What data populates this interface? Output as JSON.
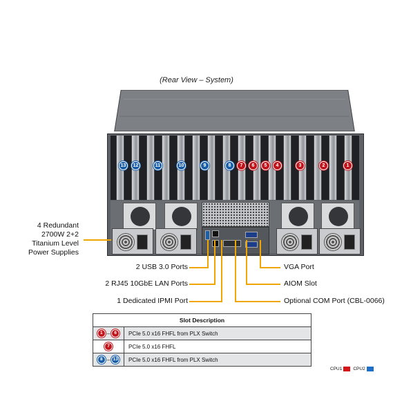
{
  "view_title": "(Rear View – System)",
  "psu_label": "4 Redundant\n2700W 2+2\nTitanium Level\nPower Supplies",
  "callouts": {
    "usb": "2 USB 3.0 Ports",
    "lan": "2 RJ45 10GbE LAN Ports",
    "ipmi": "1 Dedicated IPMI Port",
    "vga": "VGA Port",
    "aiom": "AIOM Slot",
    "com": "Optional COM Port (CBL-0066)"
  },
  "slot_badges": [
    {
      "n": "13",
      "cpu": "CPU2"
    },
    {
      "n": "12",
      "cpu": "CPU2"
    },
    {
      "n": "11",
      "cpu": "CPU2"
    },
    {
      "n": "10",
      "cpu": "CPU2"
    },
    {
      "n": "9",
      "cpu": "CPU2"
    },
    {
      "n": "8",
      "cpu": "CPU2"
    },
    {
      "n": "7",
      "cpu": "CPU1"
    },
    {
      "n": "6",
      "cpu": "CPU1"
    },
    {
      "n": "5",
      "cpu": "CPU1"
    },
    {
      "n": "4",
      "cpu": "CPU1"
    },
    {
      "n": "3",
      "cpu": "CPU1"
    },
    {
      "n": "2",
      "cpu": "CPU1"
    },
    {
      "n": "1",
      "cpu": "CPU1"
    }
  ],
  "table": {
    "header": "Slot Description",
    "rows": [
      {
        "from": "1",
        "to": "6",
        "color": "red",
        "desc": "PCIe 5.0 x16 FHFL from PLX Switch"
      },
      {
        "from": "7",
        "to": "",
        "color": "red",
        "desc": "PCIe 5.0 x16 FHFL"
      },
      {
        "from": "8",
        "to": "13",
        "color": "blue",
        "desc": "PCIe 5.0 x16 FHFL from PLX Switch"
      }
    ]
  },
  "legend": [
    {
      "label": "CPU1",
      "color": "#d7141a"
    },
    {
      "label": "CPU2",
      "color": "#1d6fc7"
    }
  ]
}
